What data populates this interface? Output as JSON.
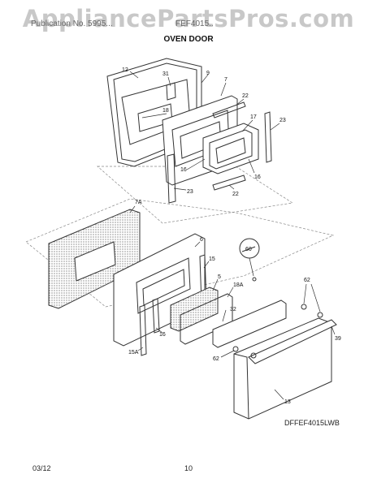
{
  "watermark": "AppliancePartsPros.com",
  "header": {
    "left_text": "Publication No. 5995...",
    "right_text": "FEF4015..",
    "section_title": "OVEN DOOR"
  },
  "callouts": {
    "c12": "12",
    "c31": "31",
    "c9": "9",
    "c7": "7",
    "c18": "18",
    "c22a": "22",
    "c17": "17",
    "c23a": "23",
    "c16a": "16",
    "c16b": "16",
    "c23b": "23",
    "c22b": "22",
    "c7a": "7A",
    "c6": "6",
    "c60": "60",
    "c15": "15",
    "c5": "5",
    "c18a": "18A",
    "c62a": "62",
    "c32": "32",
    "c16c": "16",
    "c39": "39",
    "c15a": "15A",
    "c62b": "62",
    "c13": "13"
  },
  "drawing_number": "DFFEF4015LWB",
  "footer": {
    "date": "03/12",
    "page": "10"
  }
}
